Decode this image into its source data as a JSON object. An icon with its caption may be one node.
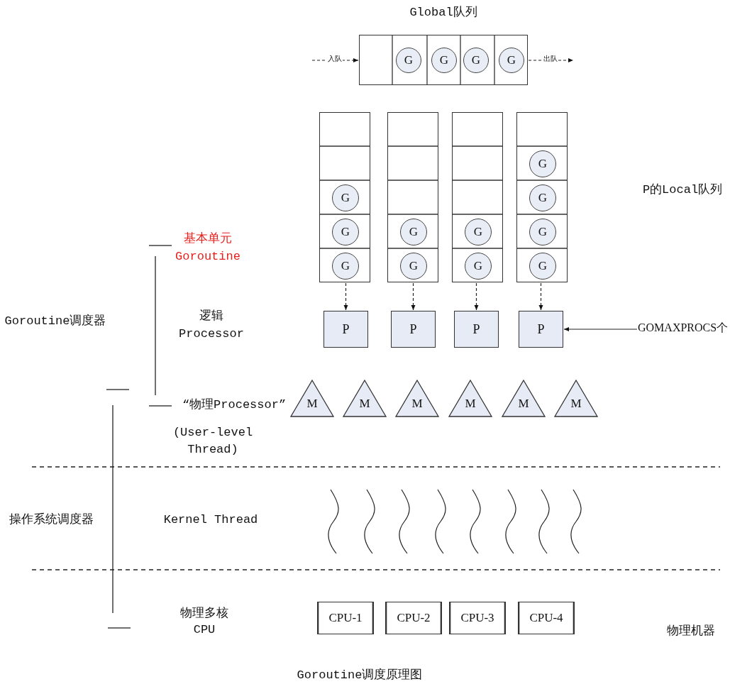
{
  "diagram": {
    "caption": "Goroutine调度原理图",
    "nodes": [
      {
        "text": [
          "Global队列"
        ]
      },
      {
        "text": [
          "G"
        ],
        "in": 0
      },
      {
        "text": [
          "G"
        ],
        "in": 0
      },
      {
        "text": [
          "G"
        ],
        "in": 0
      },
      {
        "text": [
          "G"
        ],
        "in": 0
      },
      {
        "text": [],
        "shape": "box"
      },
      {
        "text": [
          "G"
        ],
        "in": 5
      },
      {
        "text": [
          "G"
        ],
        "in": 5
      },
      {
        "text": [
          "G"
        ],
        "in": 5
      },
      {
        "text": [],
        "shape": "box"
      },
      {
        "text": [
          "G"
        ],
        "in": 9
      },
      {
        "text": [
          "G"
        ],
        "in": 9
      },
      {
        "text": [],
        "shape": "box"
      },
      {
        "text": [
          "G"
        ],
        "in": 12
      },
      {
        "text": [
          "G"
        ],
        "in": 12
      },
      {
        "text": [],
        "shape": "box"
      },
      {
        "text": [
          "G"
        ],
        "in": 15
      },
      {
        "text": [
          "G"
        ],
        "in": 15
      },
      {
        "text": [
          "G"
        ],
        "in": 15
      },
      {
        "text": [
          "G"
        ],
        "in": 15
      },
      {
        "text": [
          "P"
        ]
      },
      {
        "text": [
          "P"
        ]
      },
      {
        "text": [
          "P"
        ]
      },
      {
        "text": [
          "P"
        ]
      },
      {
        "text": [
          "GOMAXPROCS个"
        ]
      },
      {
        "text": [
          "M"
        ]
      },
      {
        "text": [
          "M"
        ]
      },
      {
        "text": [
          "M"
        ]
      },
      {
        "text": [
          "M"
        ]
      },
      {
        "text": [
          "M"
        ]
      },
      {
        "text": [
          "M"
        ]
      },
      {
        "text": [
          "CPU-1"
        ]
      },
      {
        "text": [
          "CPU-2"
        ]
      },
      {
        "text": [
          "CPU-3"
        ]
      },
      {
        "text": [
          "CPU-4"
        ]
      }
    ],
    "edges": [
      {
        "from": null,
        "to": 0,
        "arrow": "to",
        "label": "入队",
        "style": "dashed"
      },
      {
        "from": 0,
        "to": null,
        "arrow": "to",
        "label": "出队",
        "style": "dashed"
      },
      {
        "from": 5,
        "to": 20,
        "arrow": "to",
        "style": "dashed"
      },
      {
        "from": 9,
        "to": 21,
        "arrow": "to",
        "style": "dashed"
      },
      {
        "from": 12,
        "to": 22,
        "arrow": "to",
        "style": "dashed"
      },
      {
        "from": 15,
        "to": 23,
        "arrow": "to",
        "style": "dashed"
      },
      {
        "from": 24,
        "to": 23,
        "arrow": "to"
      }
    ],
    "labels": [
      "P的Local队列",
      "基本单元",
      "Goroutine",
      "Goroutine调度器",
      "逻辑",
      "Processor",
      "“物理Processor”",
      "(User-level Thread)",
      "操作系统调度器",
      "Kernel Thread",
      "物理多核",
      "CPU",
      "物理机器"
    ]
  }
}
